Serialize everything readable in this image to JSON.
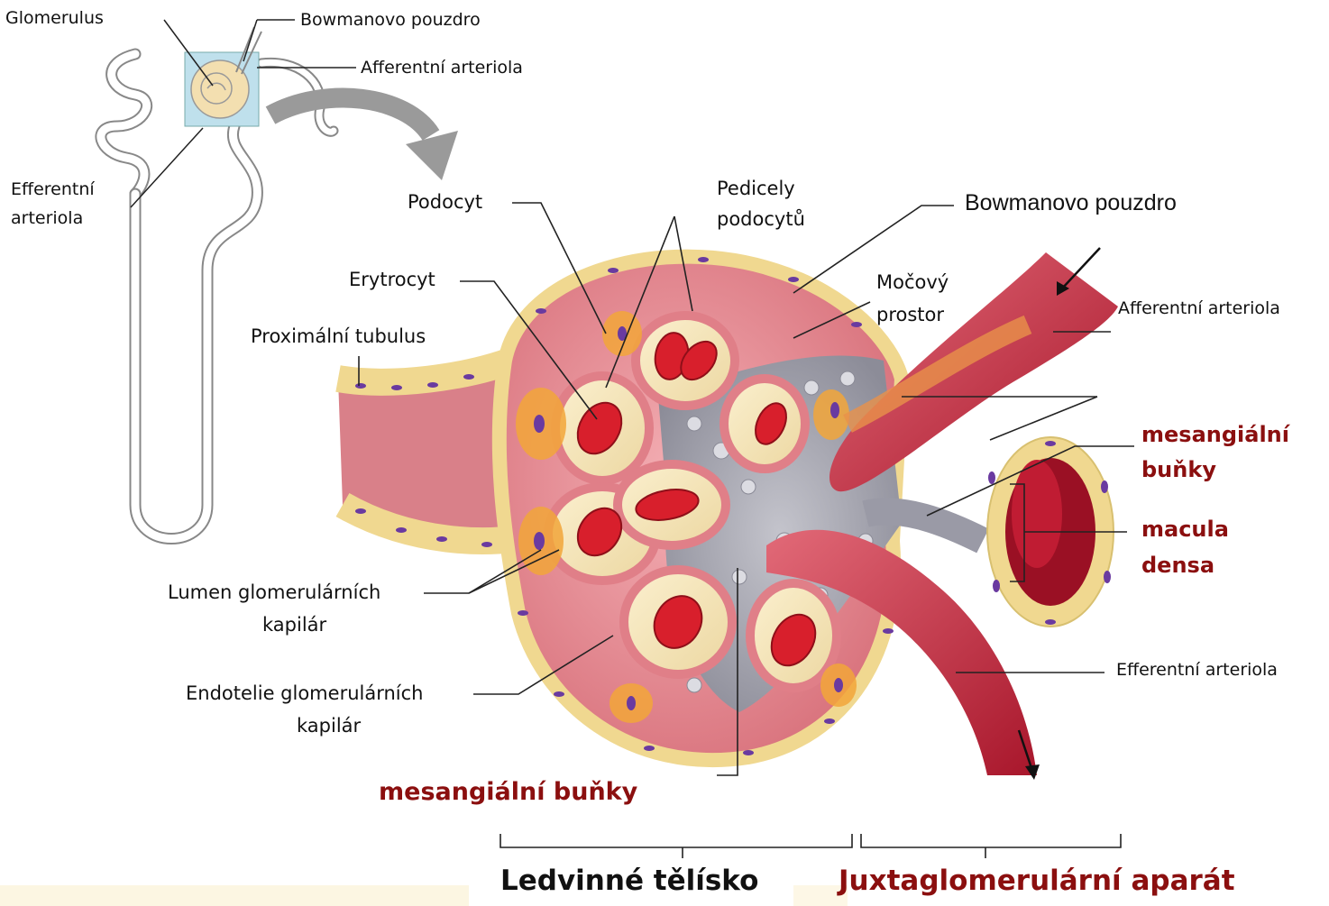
{
  "inset": {
    "glomerulus": "Glomerulus",
    "bowman": "Bowmanovo pouzdro",
    "afferent": "Afferentní arteriola",
    "efferent_line1": "Efferentní",
    "efferent_line2": "arteriola"
  },
  "main": {
    "podocyt": "Podocyt",
    "pedicely_line1": "Pedicely",
    "pedicely_line2": "podocytů",
    "bowman": "Bowmanovo pouzdro",
    "erytrocyt": "Erytrocyt",
    "mocovy_line1": "Močový",
    "mocovy_line2": "prostor",
    "proximal": "Proximální tubulus",
    "afferent": "Afferentní arteriola",
    "mesangial_right_line1": "mesangiální",
    "mesangial_right_line2": "buňky",
    "macula_line1": "macula",
    "macula_line2": "densa",
    "lumen_line1": "Lumen glomerulárních",
    "lumen_line2": "kapilár",
    "endotel_line1": "Endotelie glomerulárních",
    "endotel_line2": "kapilár",
    "efferent": "Efferentní arteriola",
    "mesangial_bottom": "mesangiální buňky"
  },
  "brackets": {
    "renal_corpuscle": "Ledvinné tělísko",
    "jga": "Juxtaglomerulární aparát"
  },
  "colors": {
    "highlight_red": "#8b0f0f",
    "tissue_pink": "#e58a8f",
    "capsule_yellow": "#f4e4a4",
    "vessel_red": "#b21f33",
    "mesangium_gray": "#9a9aa6",
    "erythrocyte_red": "#d81f2c"
  }
}
